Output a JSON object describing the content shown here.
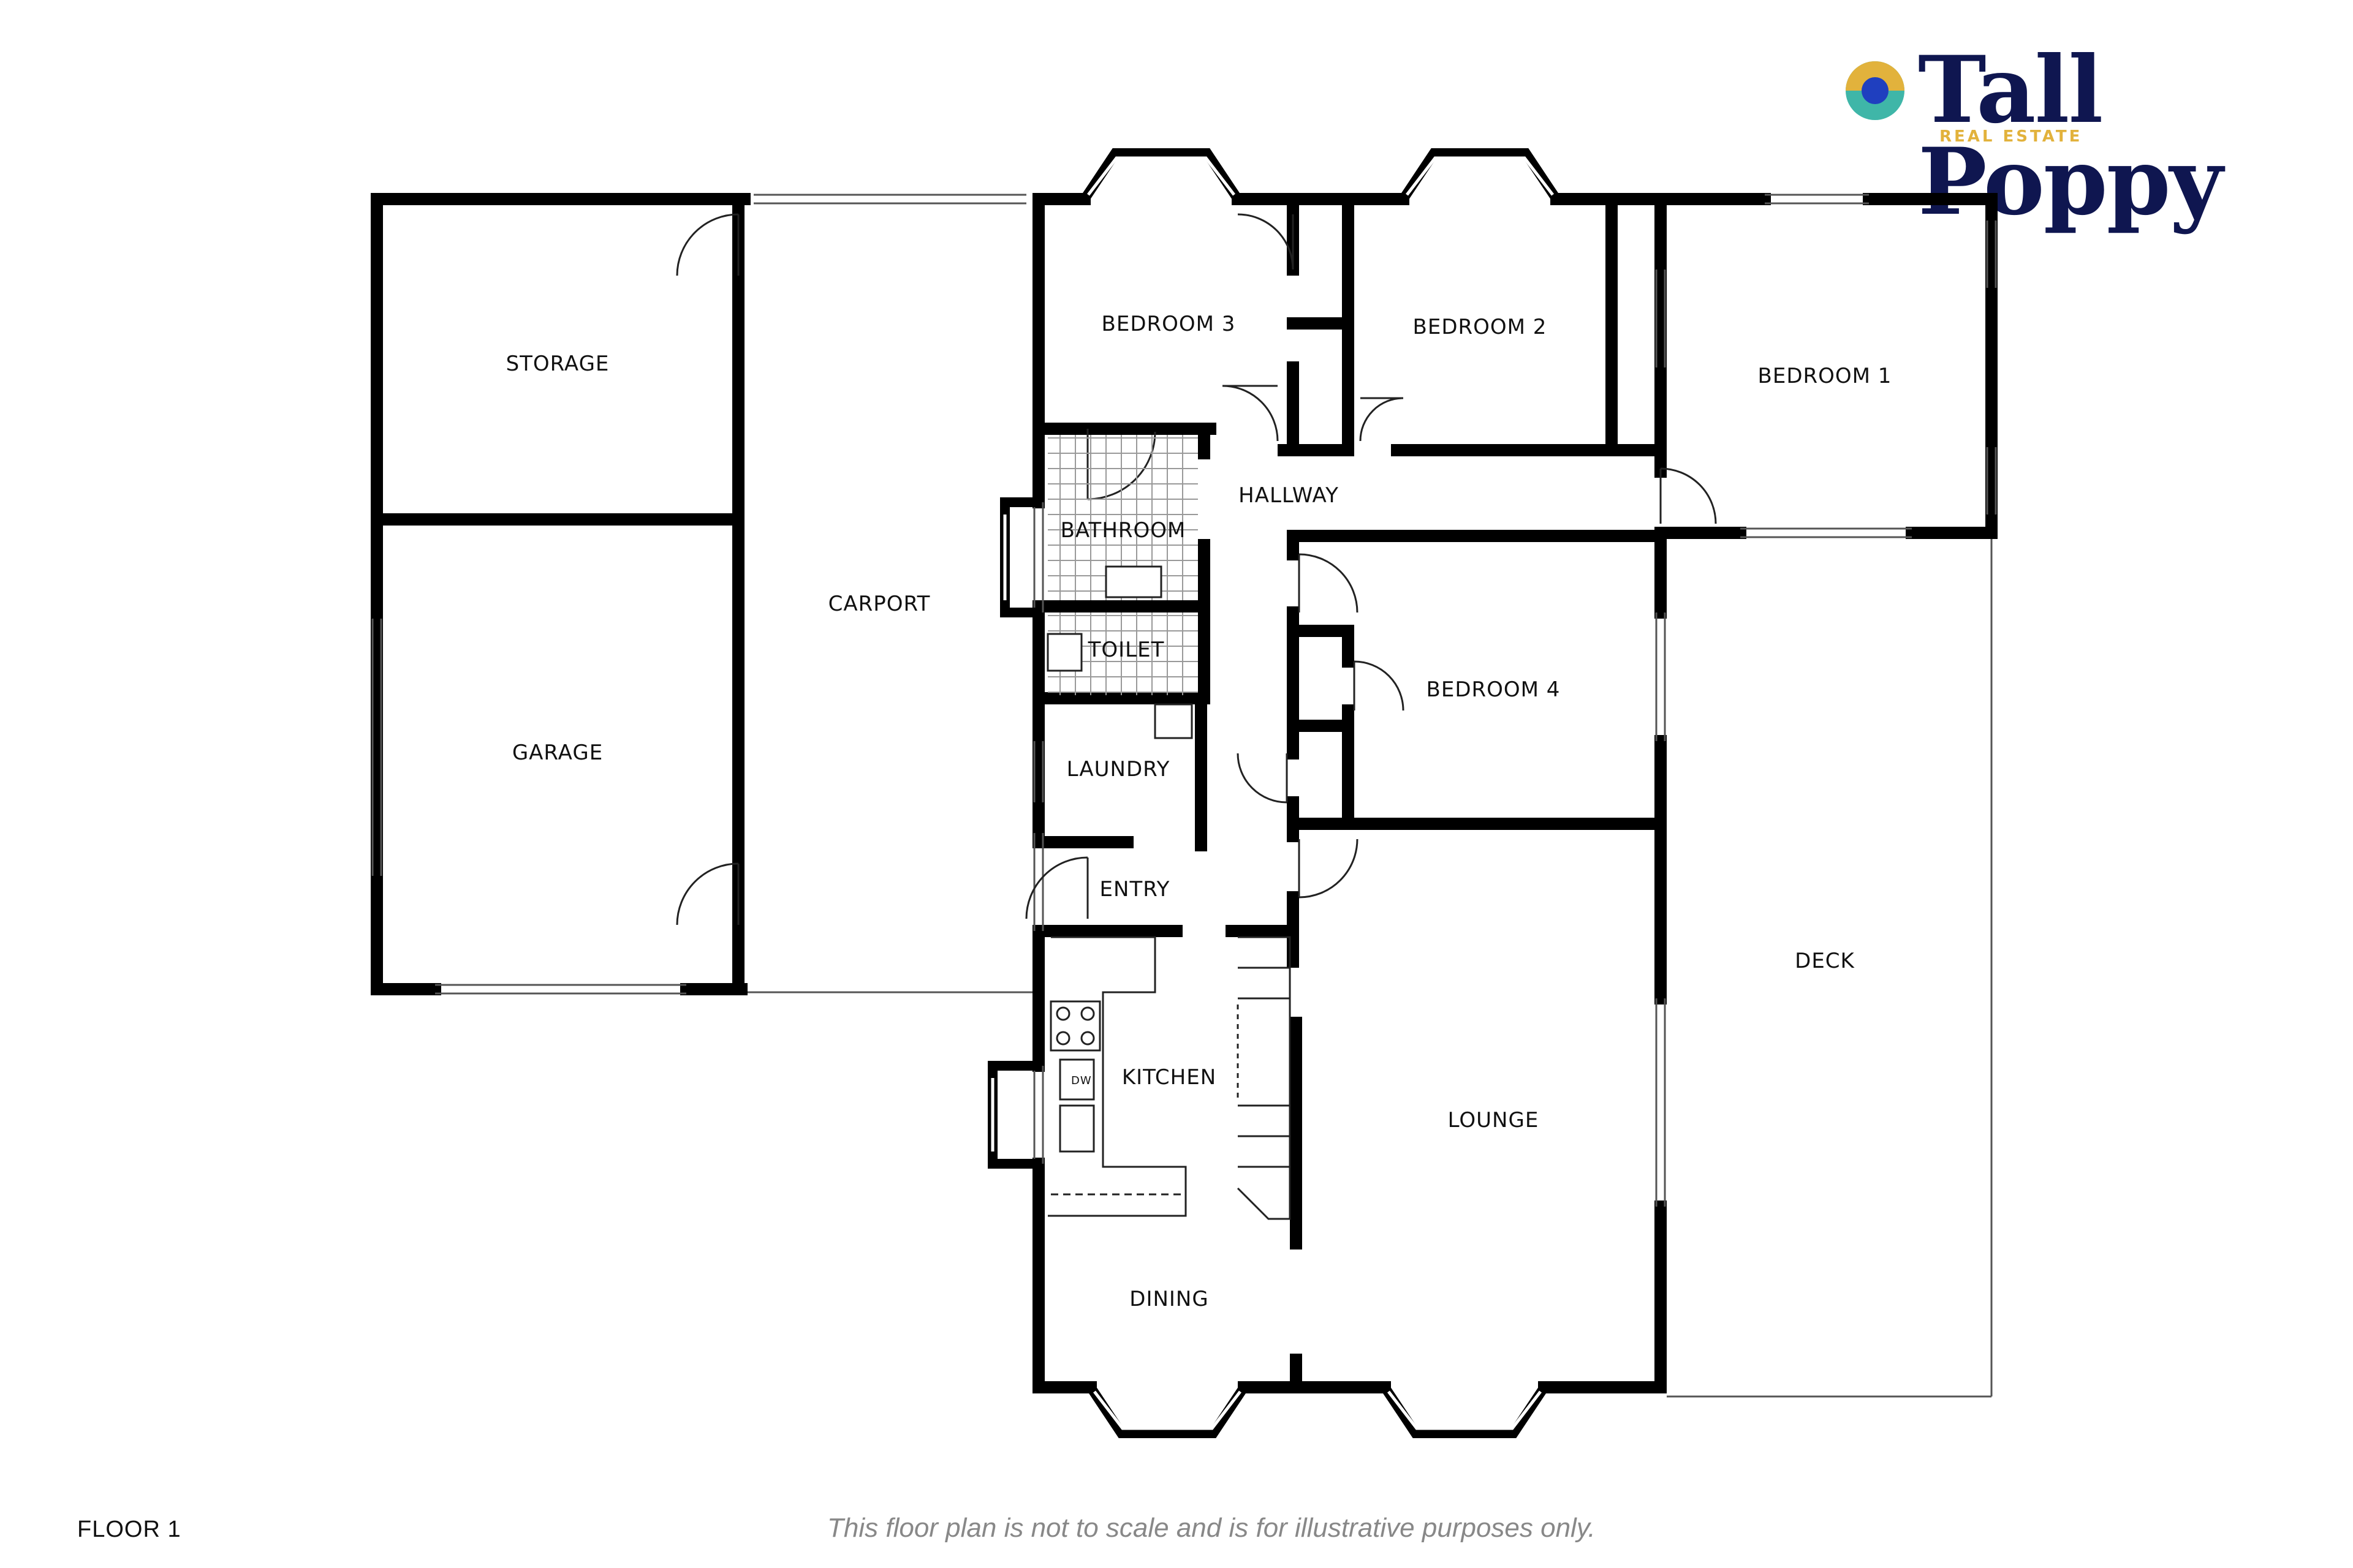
{
  "brand": {
    "name": "Tall Poppy",
    "subtitle": "REAL ESTATE",
    "colors": {
      "navy": "#0f1650",
      "gold": "#e2b23c",
      "teal": "#3fb6a8",
      "blue": "#1f3fbf"
    }
  },
  "floor_label": "FLOOR 1",
  "disclaimer": "This floor plan is not to scale and is for illustrative purposes only.",
  "rooms": {
    "storage": "STORAGE",
    "garage": "GARAGE",
    "carport": "CARPORT",
    "bedroom3": "BEDROOM 3",
    "bedroom2": "BEDROOM 2",
    "bedroom1": "BEDROOM 1",
    "hallway": "HALLWAY",
    "bathroom": "BATHROOM",
    "toilet": "TOILET",
    "laundry": "LAUNDRY",
    "entry": "ENTRY",
    "bedroom4": "BEDROOM 4",
    "kitchen": "KITCHEN",
    "lounge": "LOUNGE",
    "deck": "DECK",
    "dining": "DINING"
  },
  "appliance_labels": {
    "dishwasher": "DW"
  }
}
